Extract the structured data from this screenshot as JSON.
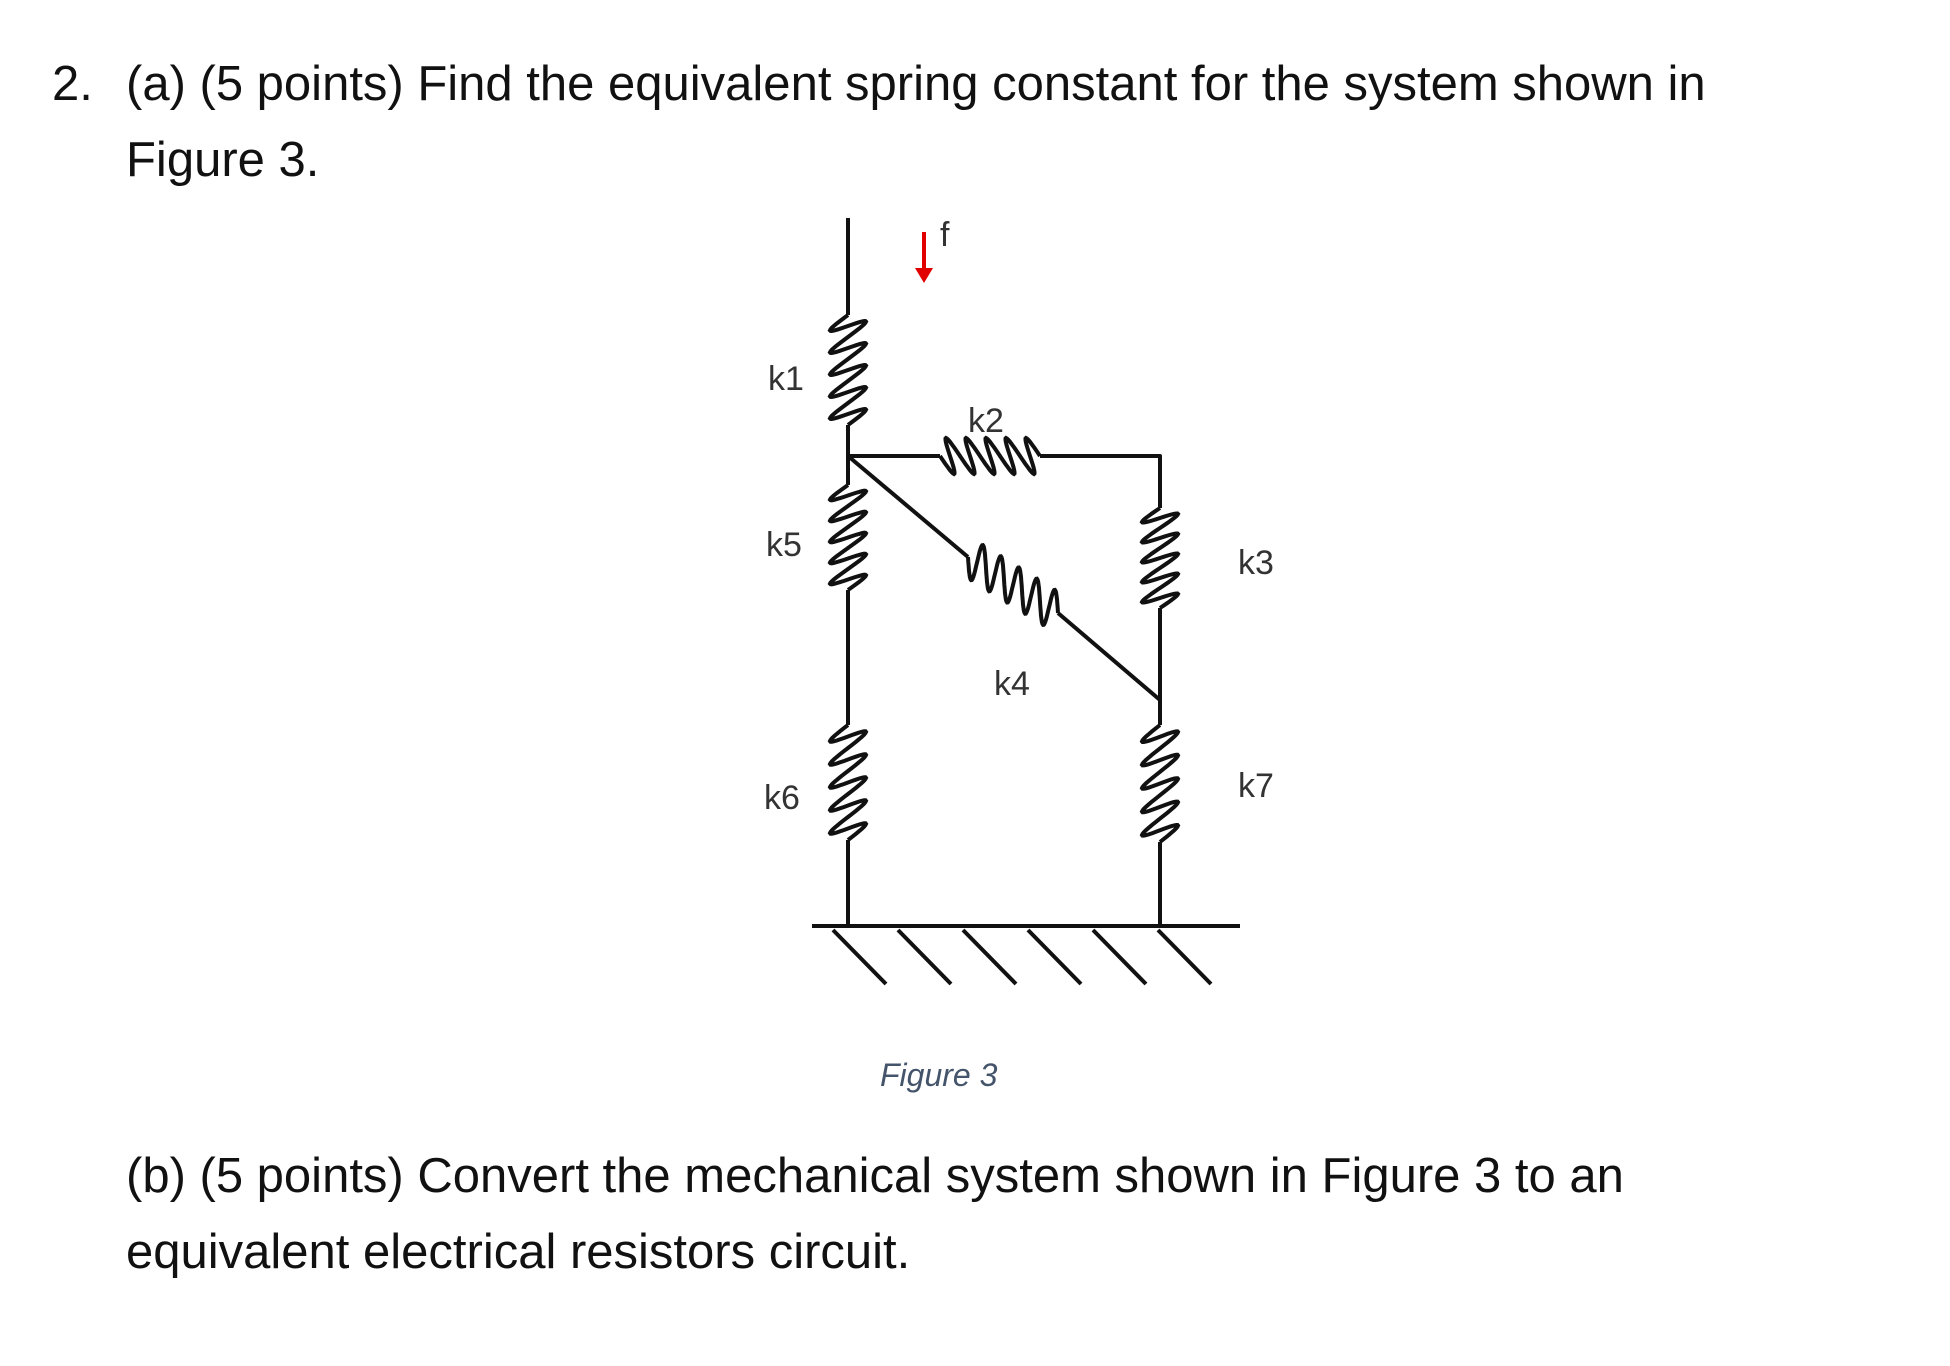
{
  "question": {
    "number": "2.",
    "part_a_line1": "(a) (5 points) Find the equivalent spring constant for the system shown in",
    "part_a_line2": "Figure 3.",
    "part_b_line1": "(b) (5 points) Convert the mechanical system shown in Figure 3 to an",
    "part_b_line2": "equivalent electrical resistors circuit."
  },
  "figure": {
    "caption": "Figure 3",
    "force_label": "f",
    "force_color": "#e00000",
    "springs": {
      "k1": "k1",
      "k2": "k2",
      "k3": "k3",
      "k4": "k4",
      "k5": "k5",
      "k6": "k6",
      "k7": "k7"
    }
  }
}
